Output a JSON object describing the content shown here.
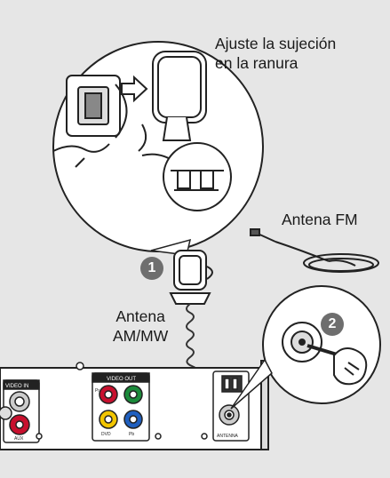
{
  "labels": {
    "slot_line1": "Ajuste la sujeción",
    "slot_line2": "en la ranura",
    "fm_antenna": "Antena FM",
    "am_line1": "Antena",
    "am_line2": "AM/MW"
  },
  "steps": {
    "step1": "1",
    "step2": "2"
  },
  "panel_labels": {
    "video_in": "VIDEO IN",
    "aux": "AUX",
    "dvd_out": "VIDEO OUT",
    "dvd": "DVD",
    "component_pr": "Pr",
    "component_pb": "Pb",
    "antenna": "ANTENNA"
  },
  "colors": {
    "background": "#e6e6e6",
    "jack_red": "#c8102e",
    "jack_green": "#1a8a3a",
    "jack_yellow": "#f2c500",
    "jack_blue": "#1f5fbf",
    "step_badge": "#6e6e6e"
  }
}
